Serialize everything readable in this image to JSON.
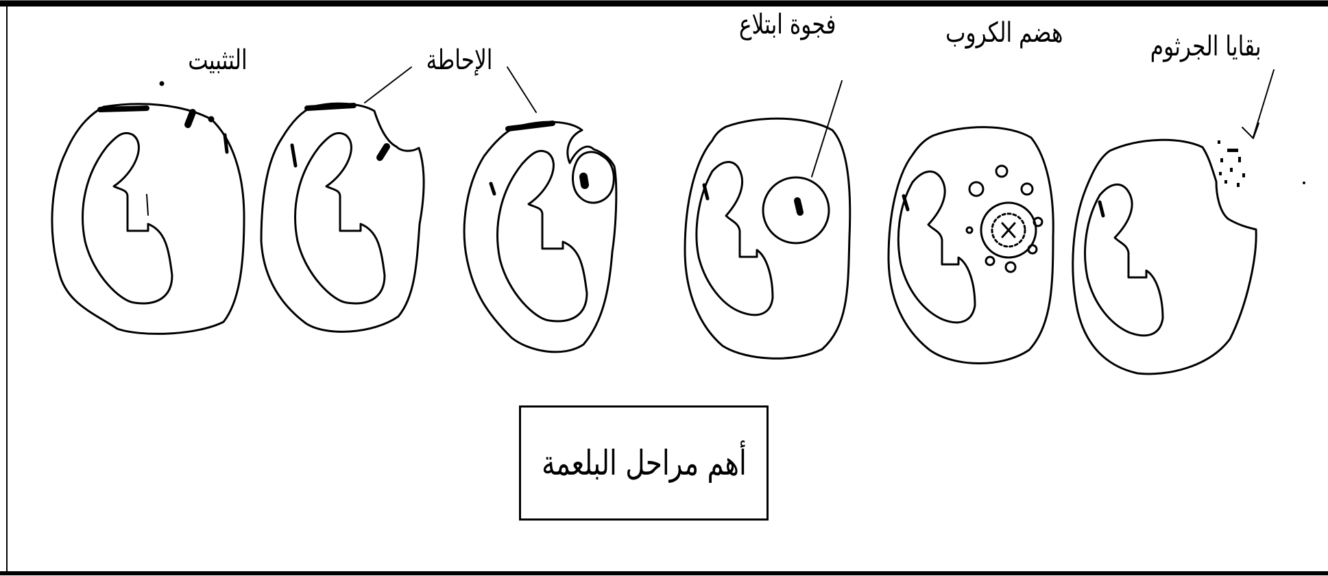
{
  "title": "أهم مراحل البلعمة",
  "labels": {
    "attachment": "التثبيت",
    "engulfing": "الإحاطة",
    "vacuole": "فجوة ابتلاع",
    "digestion": "هضم الكروب",
    "remnants": "بقايا الجرثوم"
  },
  "colors": {
    "ink": "#000000",
    "paper": "#ffffff"
  }
}
